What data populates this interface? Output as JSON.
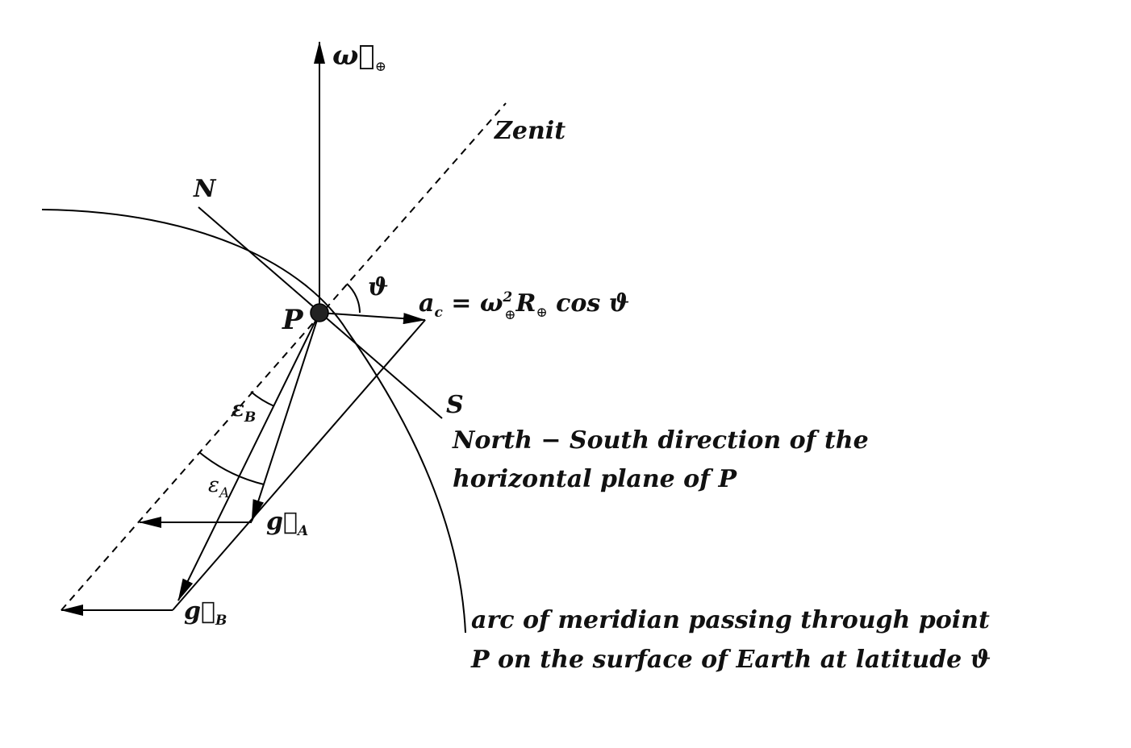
{
  "labels": {
    "omega": "ω⃗",
    "omega_sub": "⊕",
    "zenit": "Zenit",
    "north": "N",
    "south": "S",
    "point": "P",
    "theta": "ϑ",
    "centripetal": {
      "a": "a",
      "a_sub": "c",
      "eq_omega": " = ω",
      "exp": "2",
      "omega_sub": "⊕",
      "r": "R",
      "r_sub": "⊕",
      "cos": " cos ϑ"
    },
    "eps_b": "ε",
    "eps_b_sub": "B",
    "eps_a": "ε",
    "eps_a_sub": "A",
    "g_a": "g⃗",
    "g_a_sub": "A",
    "g_b": "g⃗",
    "g_b_sub": "B",
    "ns_line1": "North − South direction of the",
    "ns_line2": "horizontal plane of P",
    "arc_line1": "arc of meridian passing through point",
    "arc_line2": "P on the surface of Earth at latitude ϑ"
  },
  "colors": {
    "ink": "#000000",
    "background": "#ffffff"
  }
}
